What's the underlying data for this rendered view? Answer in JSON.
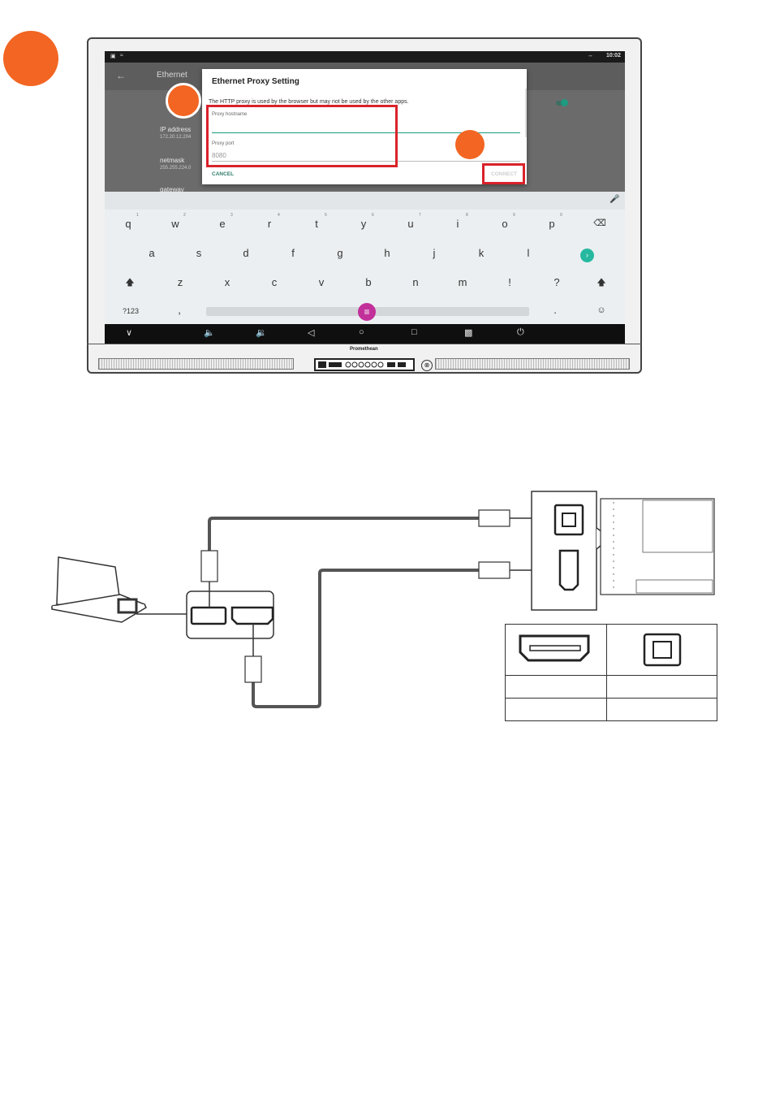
{
  "screen": {
    "status_time": "10:02",
    "settings_title": "Ethernet",
    "settings_items": [
      {
        "label": "IP address",
        "value": "172.20.12.204"
      },
      {
        "label": "netmask",
        "value": "255.255.224.0"
      },
      {
        "label": "gateway",
        "value": ""
      }
    ],
    "dialog": {
      "title": "Ethernet Proxy Setting",
      "description": "The HTTP proxy is used by the browser but may not be used by the other apps.",
      "hostname_label": "Proxy hostname",
      "port_label": "Proxy port",
      "port_placeholder": "8080",
      "cancel_label": "CANCEL",
      "connect_label": "CONNECT"
    },
    "keyboard": {
      "row1": [
        "q",
        "w",
        "e",
        "r",
        "t",
        "y",
        "u",
        "i",
        "o",
        "p"
      ],
      "row1_nums": [
        "1",
        "2",
        "3",
        "4",
        "5",
        "6",
        "7",
        "8",
        "9",
        "0"
      ],
      "row2": [
        "a",
        "s",
        "d",
        "f",
        "g",
        "h",
        "j",
        "k",
        "l"
      ],
      "row3": [
        "z",
        "x",
        "c",
        "v",
        "b",
        "n",
        "m",
        "!",
        "?"
      ],
      "symbols_key": "?123",
      "comma_key": ",",
      "period_key": "."
    }
  },
  "monitor": {
    "brand": "Promethean"
  },
  "colors": {
    "step_dot": "#f26522",
    "highlight_box": "#d9222a",
    "accent": "#1e9a80"
  }
}
